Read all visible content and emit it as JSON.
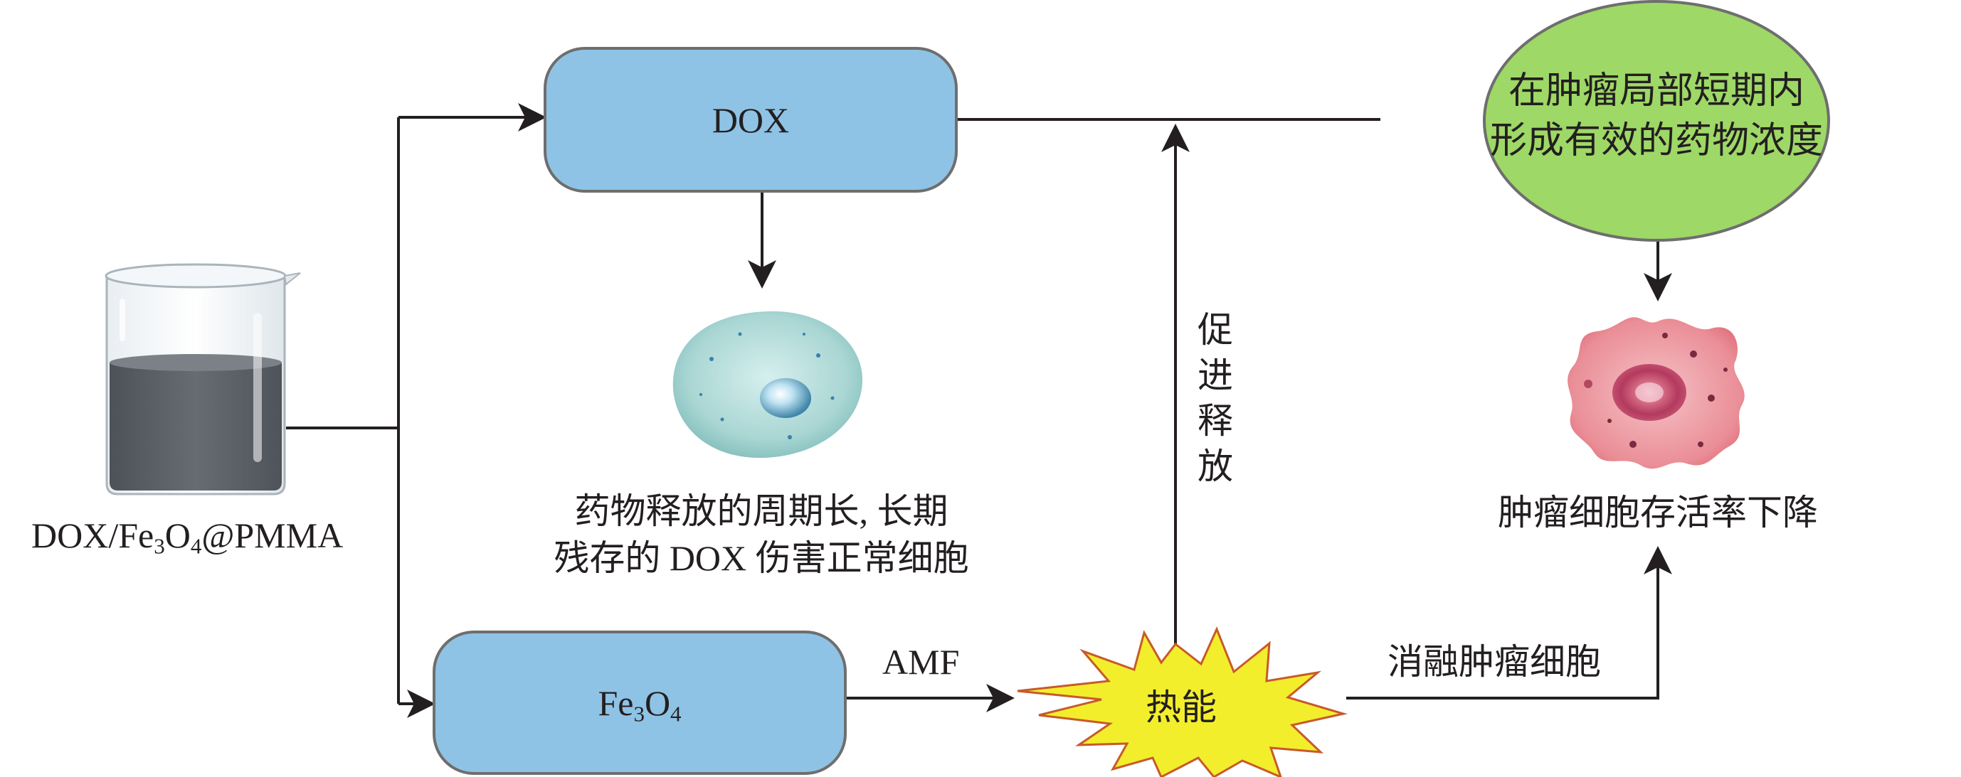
{
  "beaker": {
    "label_prefix": "DOX/Fe",
    "label_sub1": "3",
    "label_mid": "O",
    "label_sub2": "4",
    "label_suffix": "@PMMA"
  },
  "dox_box": {
    "label": "DOX"
  },
  "fe3o4_box": {
    "label_main": "Fe",
    "label_sub1": "3",
    "label_mid": "O",
    "label_sub2": "4"
  },
  "normal_cell": {
    "caption_line1": "药物释放的周期长, 长期",
    "caption_line2": "残存的 DOX 伤害正常细胞"
  },
  "edge_labels": {
    "amf": "AMF",
    "promote_release": "促进释放",
    "ablate_tumor": "消融肿瘤细胞"
  },
  "heat_burst": {
    "label": "热能"
  },
  "result_ellipse": {
    "line1": "在肿瘤局部短期内",
    "line2": "形成有效的药物浓度"
  },
  "tumor_cell": {
    "caption": "肿瘤细胞存活率下降"
  },
  "colors": {
    "box_fill": "#8fc3e5",
    "box_border": "#6e6e6e",
    "ellipse_fill": "#9ed866",
    "burst_fill": "#f3ee2c",
    "normal_cell_fill": "#a9d6d3",
    "tumor_cell_fill": "#e98f97",
    "arrow": "#231f20"
  }
}
